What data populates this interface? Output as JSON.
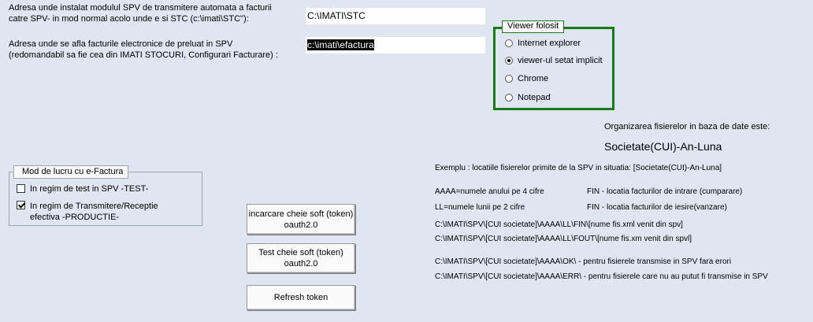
{
  "paths": {
    "stc_label": "Adresa unde instalat modulul SPV de transmitere automata a facturii catre SPV- in mod normal acolo unde e si STC (c:\\imati\\STC\"):",
    "stc_value": "C:\\IMATI\\STC",
    "invoices_label": "Adresa unde se afla facturile electronice de preluat in SPV (redomandabil sa fie cea din IMATI STOCURI, Configurari Facturare) :",
    "invoices_value": "c:\\imati\\efactura"
  },
  "viewer": {
    "title": "Viewer folosit",
    "options": [
      {
        "label": "Internet explorer",
        "selected": false
      },
      {
        "label": "viewer-ul setat implicit",
        "selected": true
      },
      {
        "label": "Chrome",
        "selected": false
      },
      {
        "label": "Notepad",
        "selected": false
      }
    ]
  },
  "mode": {
    "title": "Mod de lucru cu e-Factura",
    "test_label": "In regim de test in SPV -TEST-",
    "test_checked": false,
    "prod_label": "In regim de Transmitere/Receptie efectiva -PRODUCTIE-",
    "prod_checked": true
  },
  "buttons": {
    "load_token": "incarcare cheie soft (token) oauth2.0",
    "test_token": "Test cheie soft (token) oauth2.0",
    "refresh_token": "Refresh token"
  },
  "info": {
    "org_heading": "Organizarea fisierelor in baza de date este:",
    "org_format": "Societate(CUI)-An-Luna",
    "example": "Exemplu : locatiile fisierelor primite de la SPV in situatia:  [Societate(CUI)-An-Luna]",
    "legend_aaaa": "AAAA=numele anului pe 4 cifre",
    "legend_ll": "LL=numele lunii pe 2  cifre",
    "legend_fin": "FIN - locatia facturilor de intrare (cumparare)",
    "legend_fout": "FIN - locatia facturilor de iesire(vanzare)",
    "path_fin": "C:\\IMATI\\SPV\\[CUI societate]\\AAAA\\LL\\FIN\\[nume fis.xml venit din spv]",
    "path_fout": "C:\\IMATI\\SPV\\[CUI societate]\\AAAA\\LL\\FOUT\\[nume fis.xm venit din spvl]",
    "path_ok": "C:\\IMATI\\SPV\\[CUI societate]\\AAAA\\OK\\ - pentru fisierele transmise in SPV fara erori",
    "path_err": "C:\\IMATI\\SPV\\[CUI societate]\\AAAA\\ERR\\ - pentru fisierele care nu au putut fi transmise in SPV"
  }
}
